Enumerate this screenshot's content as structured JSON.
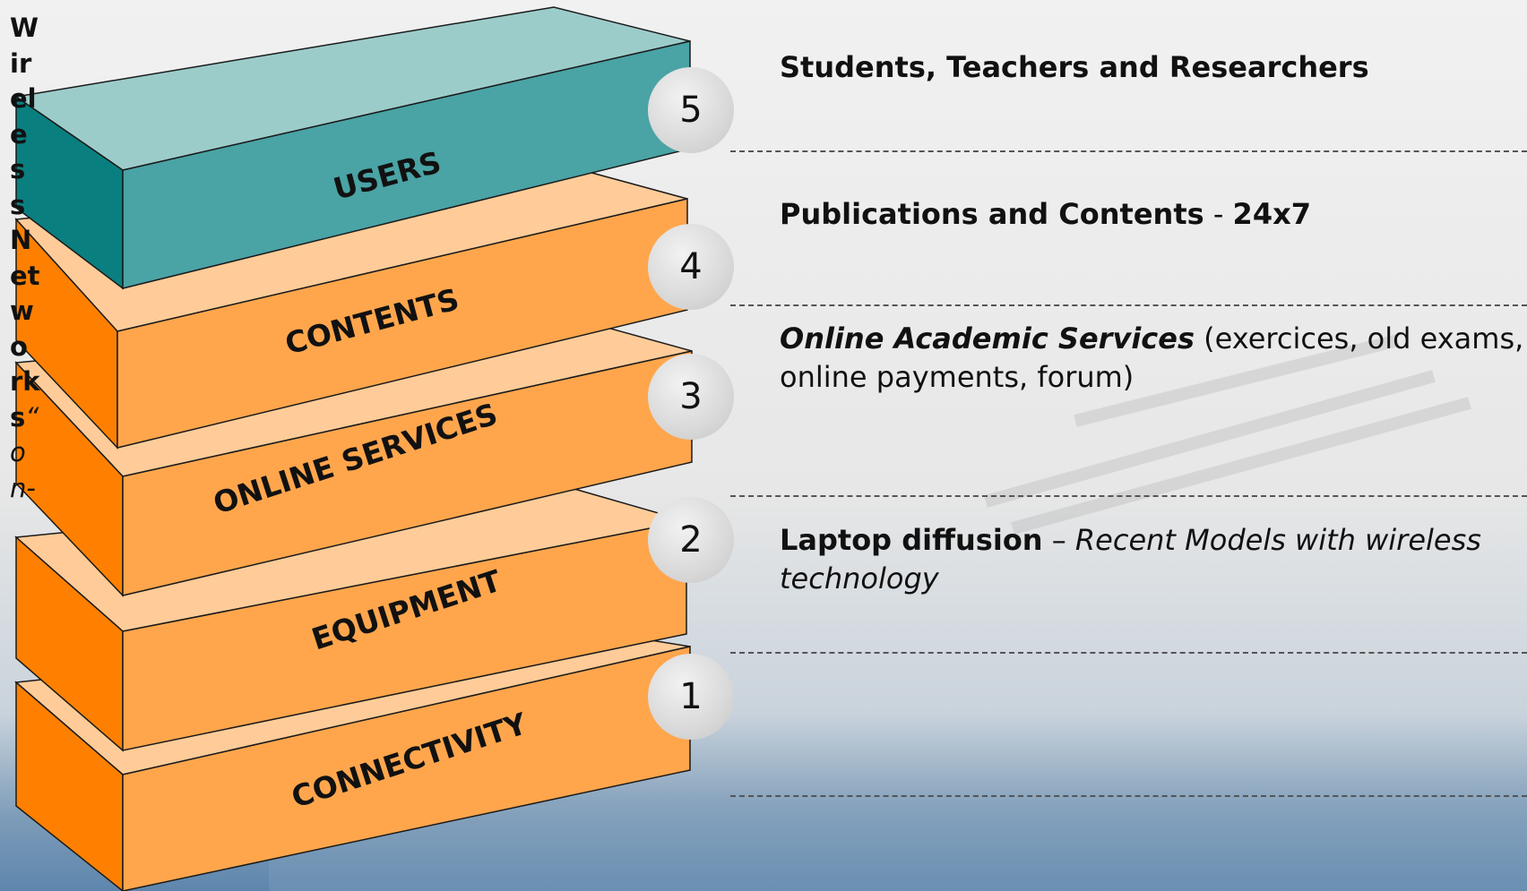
{
  "side_text": {
    "bold": "Wireless Networks",
    "italic": "“on-"
  },
  "layers": [
    {
      "number": "5",
      "label": "USERS",
      "face_color": "#4aa3a5",
      "top_color": "#9cccca",
      "side_color": "#0a7f80"
    },
    {
      "number": "4",
      "label": "CONTENTS",
      "face_color": "#ffa64d",
      "top_color": "#ffcc99",
      "side_color": "#ff8000"
    },
    {
      "number": "3",
      "label": "ONLINE SERVICES",
      "face_color": "#ffa64d",
      "top_color": "#ffcc99",
      "side_color": "#ff8000"
    },
    {
      "number": "2",
      "label": "EQUIPMENT",
      "face_color": "#ffa64d",
      "top_color": "#ffcc99",
      "side_color": "#ff8000"
    },
    {
      "number": "1",
      "label": "CONNECTIVITY",
      "face_color": "#ffa64d",
      "top_color": "#ffcc99",
      "side_color": "#ff8000"
    }
  ],
  "descriptions": {
    "d5": {
      "bold": "Students, Teachers and Researchers"
    },
    "d4": {
      "bold": "Publications and Contents",
      "sep": " - ",
      "bold2": "24x7"
    },
    "d3": {
      "bold_italic": "Online Academic Services",
      "rest": " (exercices, old exams, online payments, forum)"
    },
    "d2": {
      "bold": "Laptop diffusion",
      "sep": " – ",
      "italic": "Recent Models with wireless technology"
    }
  }
}
